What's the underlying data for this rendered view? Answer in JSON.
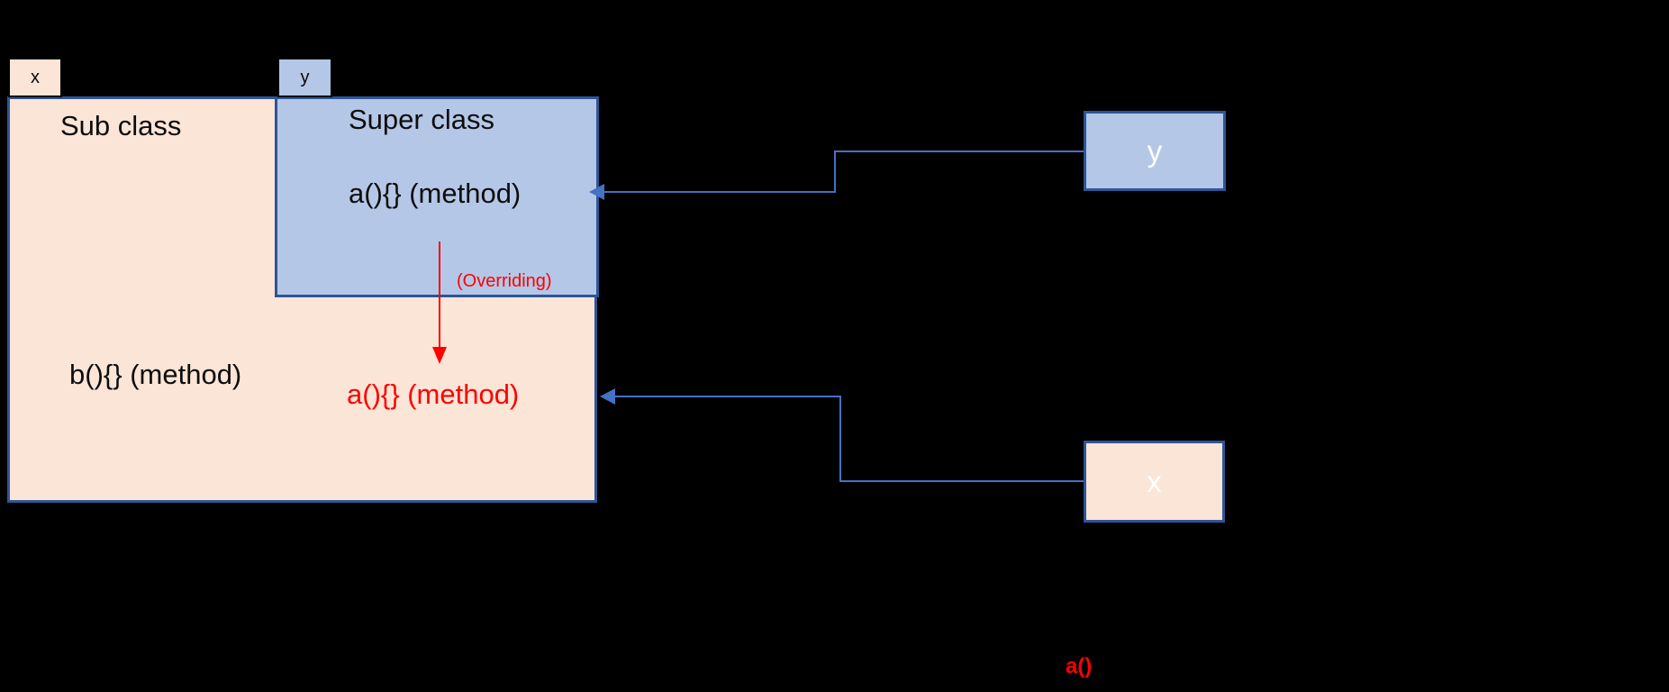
{
  "colors": {
    "background": "#000000",
    "sub_class_fill": "#FBE5D6",
    "super_class_fill": "#B4C7E7",
    "box_border": "#2E5597",
    "connector_blue": "#4472C4",
    "override_red": "#FF0000",
    "instance_text_white": "#FFFFFF",
    "diagram_text_black": "#0D0D0D"
  },
  "sub_class": {
    "tab_label": "x",
    "title": "Sub class",
    "method_label": "b(){} (method)",
    "overridden_method_label": "a(){} (method)"
  },
  "super_class": {
    "tab_label": "y",
    "title": "Super class",
    "method_label": "a(){} (method)"
  },
  "annotations": {
    "overriding_label": "(Overriding)",
    "method_call_label": "a()"
  },
  "instances": {
    "y": {
      "label": "y"
    },
    "x": {
      "label": "x"
    }
  }
}
